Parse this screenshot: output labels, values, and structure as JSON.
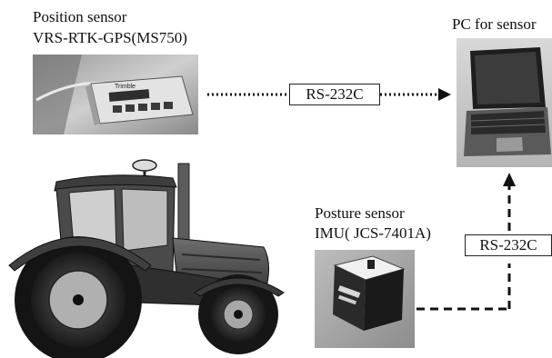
{
  "gps": {
    "title_line1": "Position sensor",
    "title_line2": "VRS-RTK-GPS(MS750)",
    "brand": "Trimble"
  },
  "pc": {
    "title": "PC for sensor"
  },
  "imu": {
    "title_line1": "Posture sensor",
    "title_line2": "IMU( JCS-7401A)"
  },
  "links": {
    "gps_to_pc": "RS-232C",
    "imu_to_pc": "RS-232C"
  }
}
